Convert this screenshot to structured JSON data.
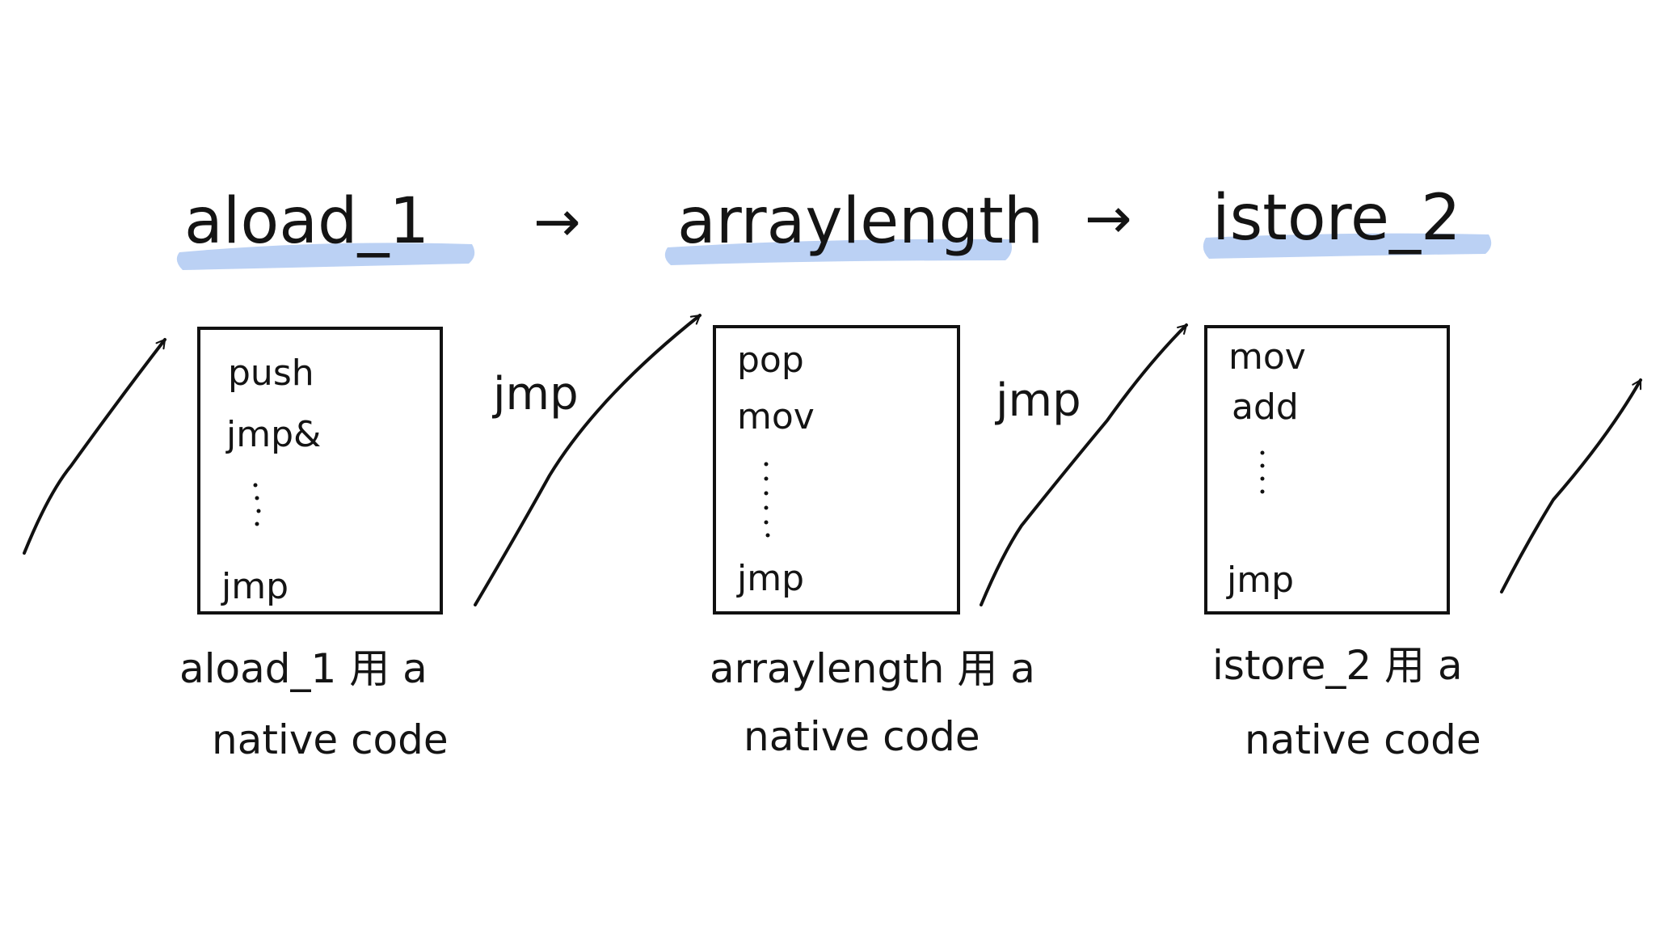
{
  "titles": [
    "aload_1",
    "arraylength",
    "istore_2"
  ],
  "title_arrow": "→",
  "jmp_label": "jmp",
  "boxes": [
    {
      "lines": [
        "push",
        "jmp&"
      ],
      "last": "jmp"
    },
    {
      "lines": [
        "pop",
        "mov"
      ],
      "last": "jmp"
    },
    {
      "lines": [
        "mov",
        "add"
      ],
      "last": "jmp"
    }
  ],
  "captions": [
    {
      "line1": "aload_1 用 a",
      "line2": "native code"
    },
    {
      "line1": "arraylength 用 a",
      "line2": "native code"
    },
    {
      "line1": "istore_2 用 a",
      "line2": "native code"
    }
  ],
  "colors": {
    "highlight": "#b7cff3",
    "ink": "#111111"
  }
}
